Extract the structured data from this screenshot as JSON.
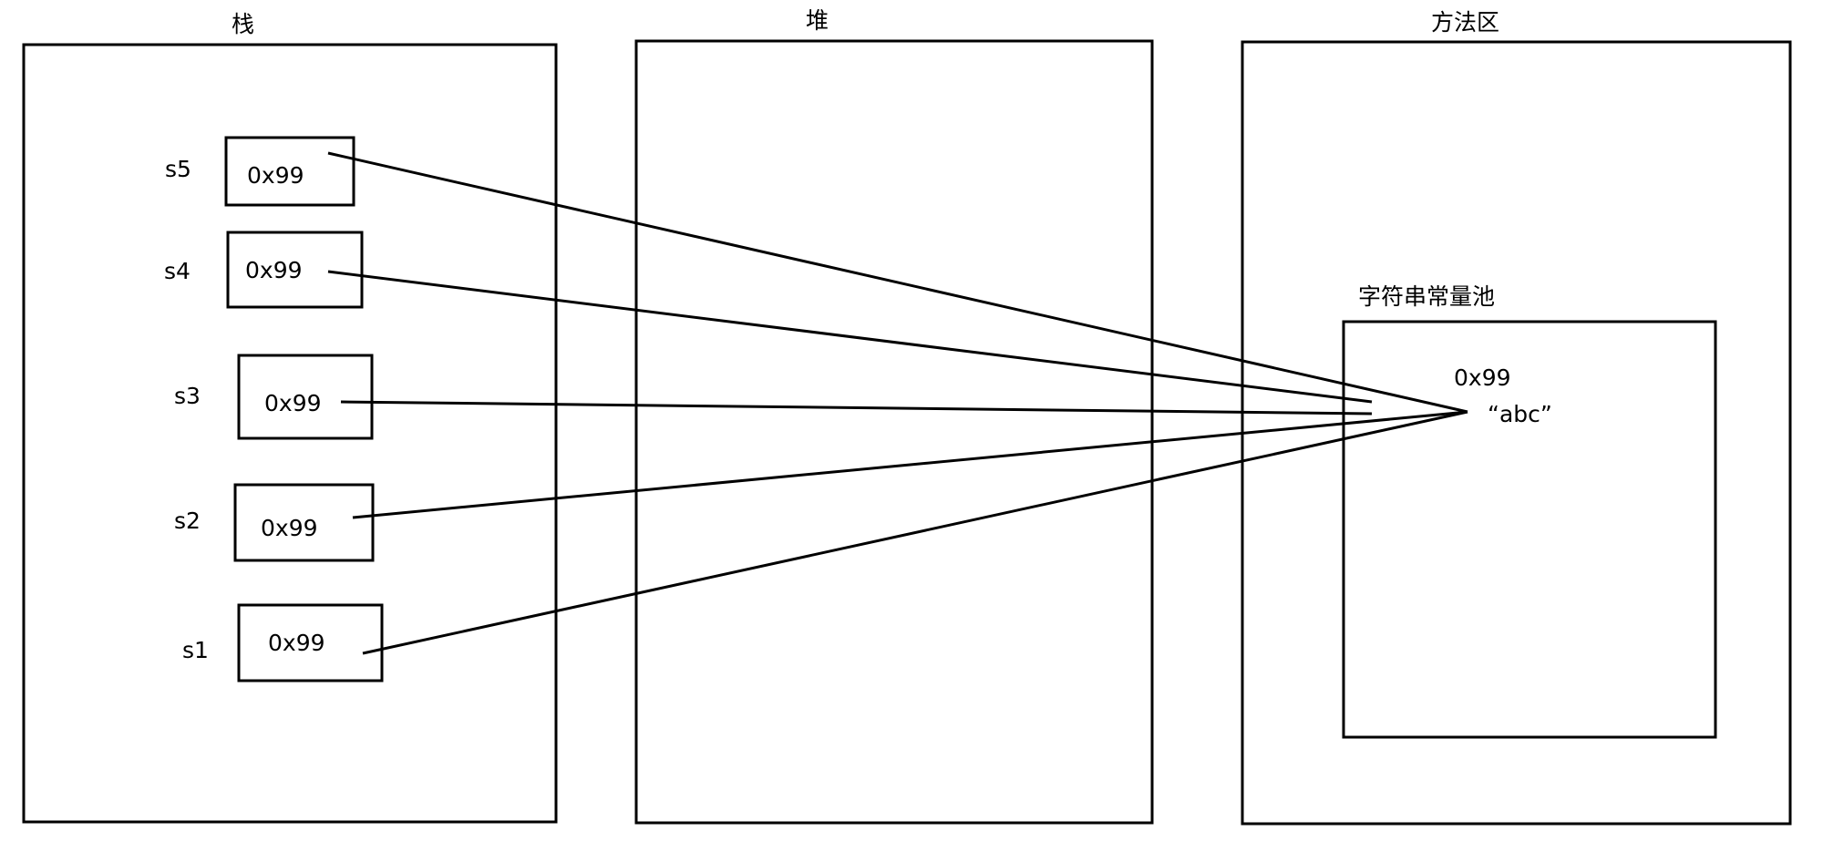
{
  "regions": {
    "stack": {
      "title": "栈"
    },
    "heap": {
      "title": "堆"
    },
    "method_area": {
      "title": "方法区"
    }
  },
  "string_pool": {
    "title": "字符串常量池",
    "address": "0x99",
    "value": "“abc”"
  },
  "variables": [
    {
      "name": "s5",
      "value": "0x99"
    },
    {
      "name": "s4",
      "value": "0x99"
    },
    {
      "name": "s3",
      "value": "0x99"
    },
    {
      "name": "s2",
      "value": "0x99"
    },
    {
      "name": "s1",
      "value": "0x99"
    }
  ],
  "colors": {
    "stroke": "#000000",
    "background": "#ffffff"
  }
}
